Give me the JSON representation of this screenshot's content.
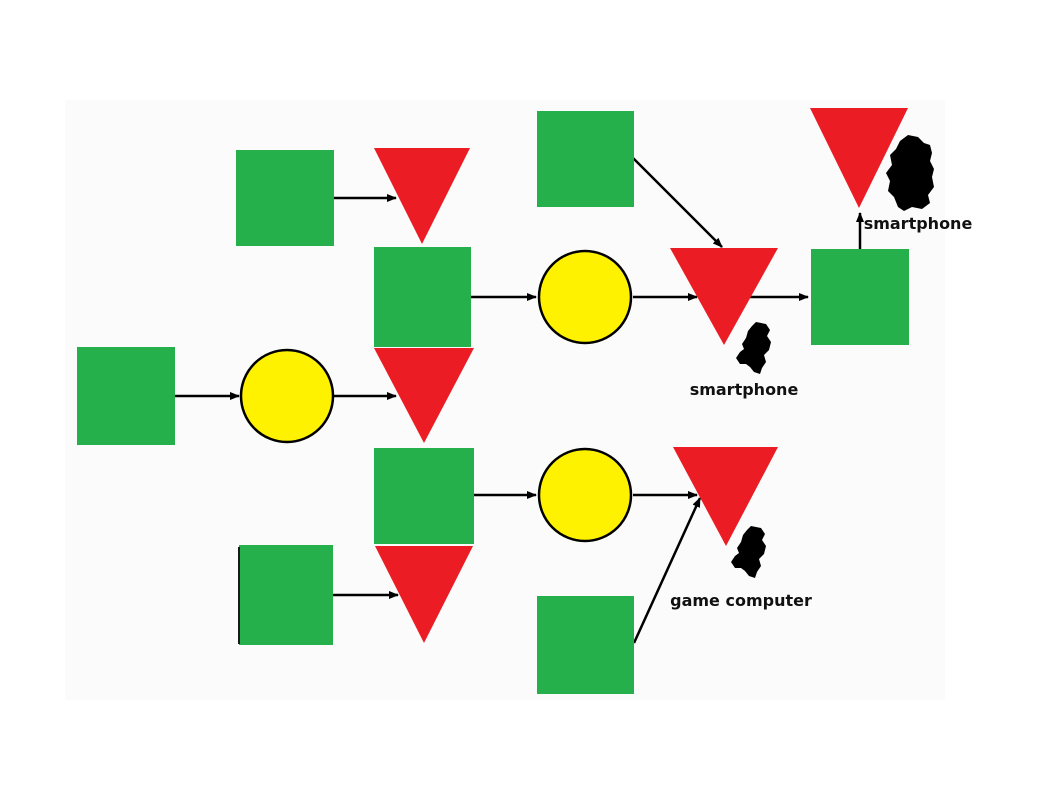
{
  "colors": {
    "square": "#25b04b",
    "triangle": "#ec1c24",
    "circle": "#fff200",
    "edge": "#000000",
    "map_silhouette": "#000000"
  },
  "shapes": {
    "squares": [
      "square-1",
      "square-2",
      "square-3",
      "square-4",
      "square-5",
      "square-6",
      "square-7",
      "square-8",
      "square-9"
    ],
    "triangles": [
      "triangle-1",
      "triangle-2",
      "triangle-3",
      "triangle-4",
      "triangle-5",
      "triangle-6",
      "triangle-7"
    ],
    "circles": [
      "circle-1",
      "circle-2",
      "circle-3"
    ]
  },
  "icons": {
    "netherlands": "netherlands-map-icon",
    "germany": "germany-map-icon"
  },
  "labels": {
    "smartphone_de": "smartphone",
    "smartphone_nl": "smartphone",
    "game_computer_nl": "game computer"
  }
}
